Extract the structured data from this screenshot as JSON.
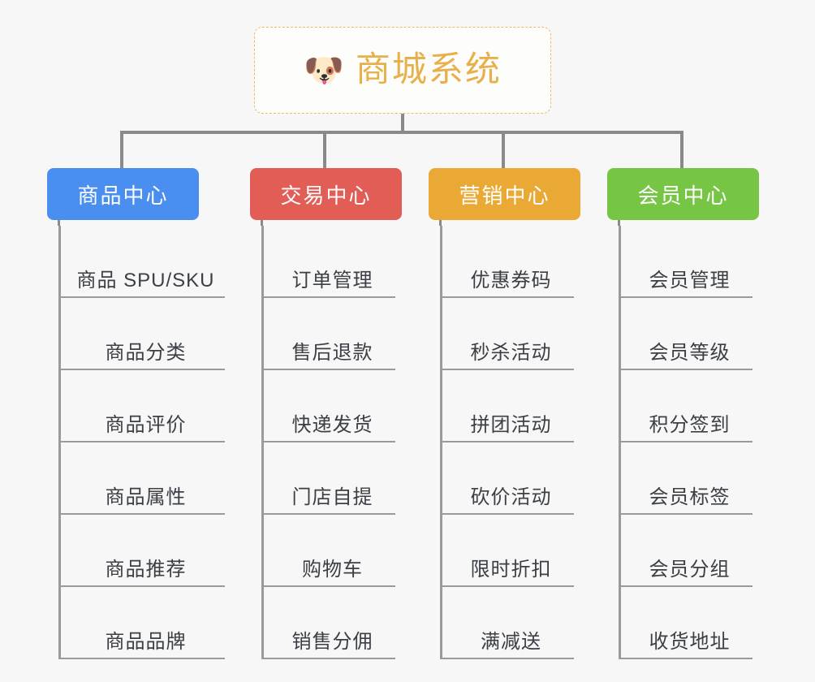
{
  "root": {
    "icon": "shiba-dog-emoji",
    "emoji": "🐶",
    "title": "商城系统",
    "title_color": "#e8b04a",
    "border_color": "#e9bc6a"
  },
  "canvas": {
    "background": "#f7f7f7",
    "connector_color": "#8a8a8a"
  },
  "columns": [
    {
      "id": "product-center",
      "header": "商品中心",
      "color": "#4a8ff0",
      "items": [
        "商品 SPU/SKU",
        "商品分类",
        "商品评价",
        "商品属性",
        "商品推荐",
        "商品品牌"
      ]
    },
    {
      "id": "trade-center",
      "header": "交易中心",
      "color": "#e15d55",
      "items": [
        "订单管理",
        "售后退款",
        "快递发货",
        "门店自提",
        "购物车",
        "销售分佣"
      ]
    },
    {
      "id": "marketing-center",
      "header": "营销中心",
      "color": "#eaa935",
      "items": [
        "优惠券码",
        "秒杀活动",
        "拼团活动",
        "砍价活动",
        "限时折扣",
        "满减送"
      ]
    },
    {
      "id": "member-center",
      "header": "会员中心",
      "color": "#77c544",
      "items": [
        "会员管理",
        "会员等级",
        "积分签到",
        "会员标签",
        "会员分组",
        "收货地址"
      ]
    }
  ]
}
